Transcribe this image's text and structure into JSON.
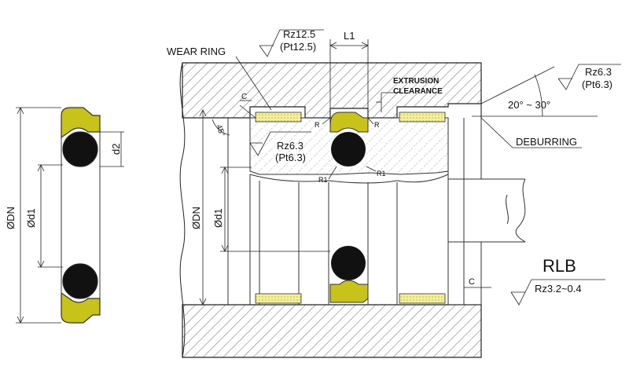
{
  "labels": {
    "wear_ring": "WEAR RING",
    "rz125": "Rz12.5",
    "pt125": "(Pt12.5)",
    "l1": "L1",
    "extrusion": "EXTRUSION",
    "clearance": "CLEARANCE",
    "rz63_top": "Rz6.3",
    "pt63_top": "(Pt6.3)",
    "angle": "20° ~ 30°",
    "deburring": "DEBURRING",
    "c_top": "C",
    "deg45": "45°",
    "r_left": "R",
    "r_right": "R",
    "rz63_mid": "Rz6.3",
    "pt63_mid": "(Pt6.3)",
    "r1_left": "R1",
    "r1_right": "R1",
    "dn_main": "ØDN",
    "d1_main": "Ød1",
    "rlb": "RLB",
    "c_bottom": "C",
    "rz32": "Rz3.2~0.4",
    "d2": "d2",
    "dn_left": "ØDN",
    "d1_left": "Ød1"
  },
  "colors": {
    "seal": "#c8c31a",
    "oring": "#111111",
    "wear_ring": "#f0ec9a",
    "hatch": "#555555",
    "line": "#222222"
  }
}
